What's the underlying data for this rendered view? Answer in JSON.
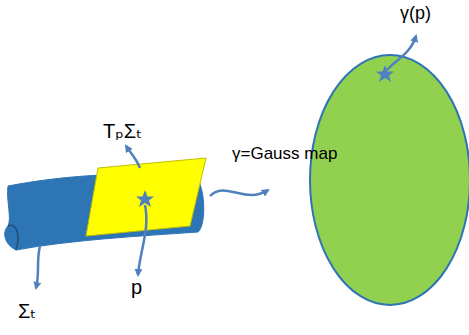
{
  "diagram": {
    "labels": [
      "TₚΣₜ",
      "p",
      "Σₜ",
      "γ=Gauss map",
      "γ(p)"
    ]
  }
}
